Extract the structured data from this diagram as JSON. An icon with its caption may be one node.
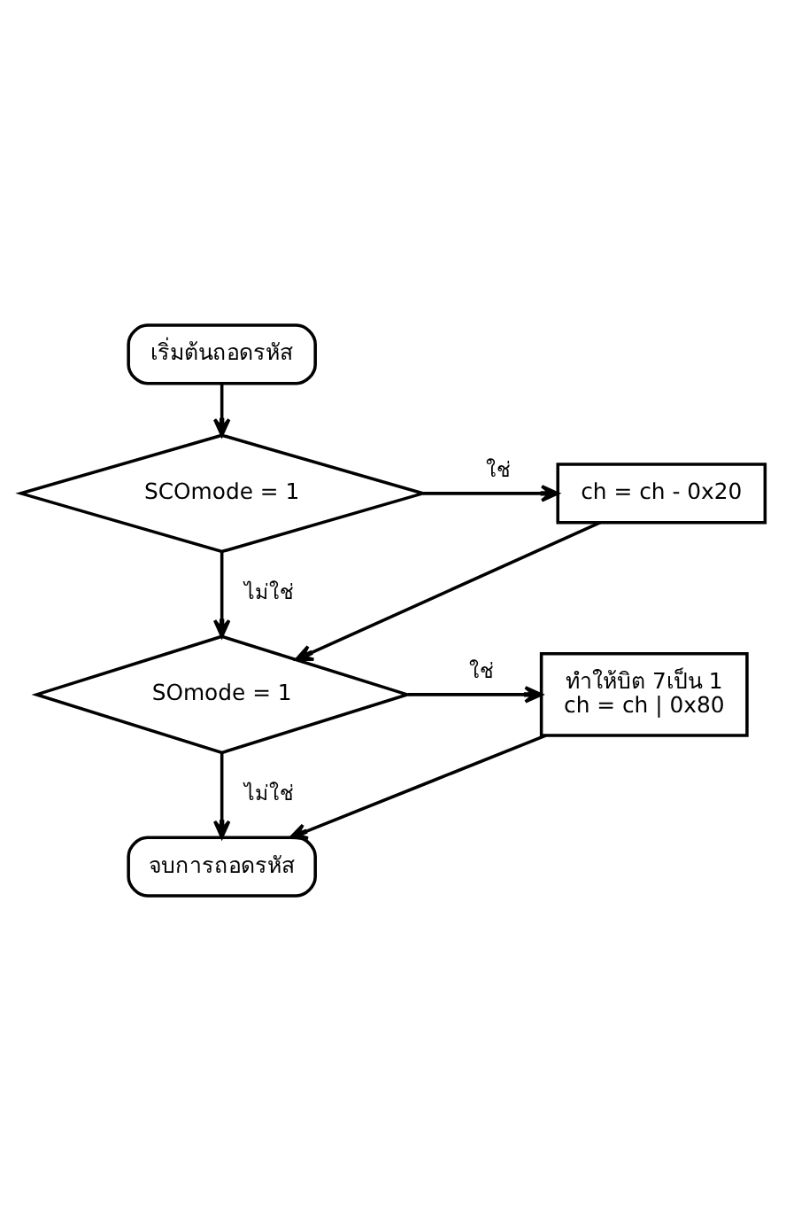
{
  "diagram": {
    "nodes": [
      {
        "text": [
          "เริ่มต้นถอดรหัส"
        ]
      },
      {
        "text": [
          "SCOmode = 1"
        ]
      },
      {
        "text": [
          "ch = ch - 0x20"
        ]
      },
      {
        "text": [
          "SOmode = 1"
        ]
      },
      {
        "text": [
          "ทำให้บิต 7เป็น 1",
          "ch = ch | 0x80"
        ]
      },
      {
        "text": [
          "จบการถอดรหัส"
        ]
      }
    ],
    "edges": [
      {
        "from": 0,
        "to": 1,
        "arrow": "to"
      },
      {
        "from": 1,
        "to": 2,
        "arrow": "to",
        "label": "ใช่"
      },
      {
        "from": 1,
        "to": 3,
        "arrow": "to",
        "label": "ไม่ใช่"
      },
      {
        "from": 2,
        "to": 3,
        "arrow": "to"
      },
      {
        "from": 3,
        "to": 4,
        "arrow": "to",
        "label": "ใช่"
      },
      {
        "from": 3,
        "to": 5,
        "arrow": "to",
        "label": "ไม่ใช่"
      },
      {
        "from": 4,
        "to": 5,
        "arrow": "to"
      }
    ]
  }
}
